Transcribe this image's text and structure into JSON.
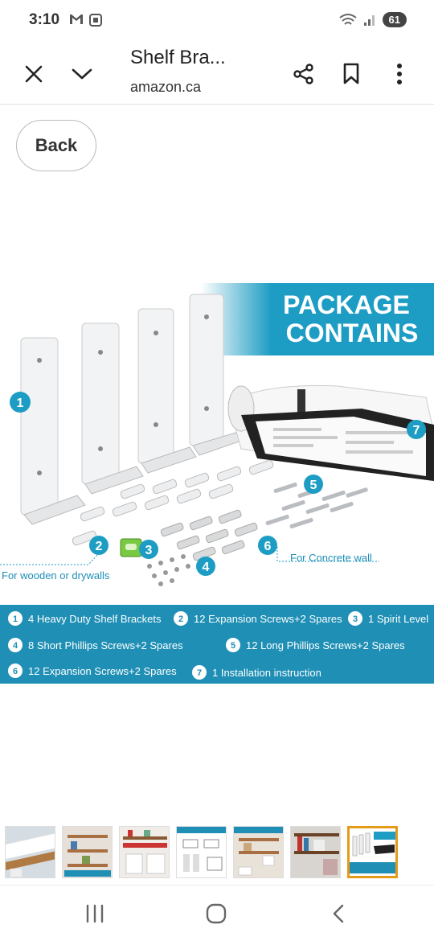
{
  "status_bar": {
    "time": "3:10",
    "battery": "61"
  },
  "toolbar": {
    "title": "Shelf Bra...",
    "domain": "amazon.ca"
  },
  "back_button": {
    "label": "Back"
  },
  "product_image": {
    "banner_line1": "PACKAGE",
    "banner_line2": "CONTAINS",
    "callouts": [
      "1",
      "2",
      "3",
      "4",
      "5",
      "6",
      "7"
    ],
    "label_wood": "For wooden or drywalls",
    "label_concrete": "For Concrete wall",
    "items": [
      {
        "num": "1",
        "text": "4 Heavy Duty Shelf Brackets"
      },
      {
        "num": "2",
        "text": "12 Expansion Screws+2 Spares"
      },
      {
        "num": "3",
        "text": "1 Spirit Level"
      },
      {
        "num": "4",
        "text": "8 Short Phillips Screws+2 Spares"
      },
      {
        "num": "5",
        "text": "12 Long Phillips Screws+2 Spares"
      },
      {
        "num": "6",
        "text": "12 Expansion Screws+2 Spares"
      },
      {
        "num": "7",
        "text": "1 Installation instruction"
      }
    ],
    "colors": {
      "brand_blue": "#1e9dc4",
      "band_blue": "#1f8fb5"
    }
  },
  "thumbnails": {
    "count": 7,
    "selected_index": 6
  }
}
